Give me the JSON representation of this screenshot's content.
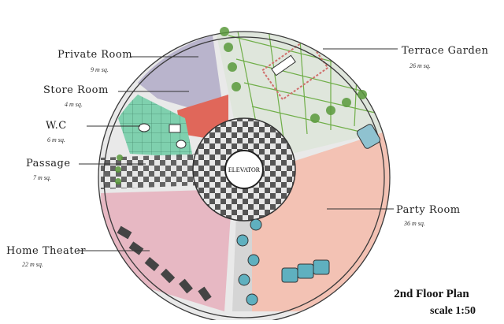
{
  "plan": {
    "title": "2nd Floor Plan",
    "scale": "scale 1:50",
    "elevator_label": "ELEVATOR"
  },
  "rooms": {
    "private_room": {
      "name": "Private Room",
      "area": "9 m sq."
    },
    "store_room": {
      "name": "Store Room",
      "area": "4 m sq."
    },
    "wc": {
      "name": "W.C",
      "area": "6 m sq."
    },
    "passage": {
      "name": "Passage",
      "area": "7 m sq."
    },
    "home_theater": {
      "name": "Home Theater",
      "area": "22 m sq."
    },
    "terrace_garden": {
      "name": "Terrace Garden",
      "area": "26 m sq."
    },
    "party_room": {
      "name": "Party Room",
      "area": "36 m sq."
    }
  },
  "colors": {
    "private_room": "#b9b4cc",
    "store_room": "#e0675a",
    "wc": "#7fd0ae",
    "home_theater": "#e7b8c3",
    "terrace_garden": "#dfe6dc",
    "party_room": "#f3c2b4",
    "garden_green": "#5a9a3c",
    "outline": "#3a3a3a"
  }
}
